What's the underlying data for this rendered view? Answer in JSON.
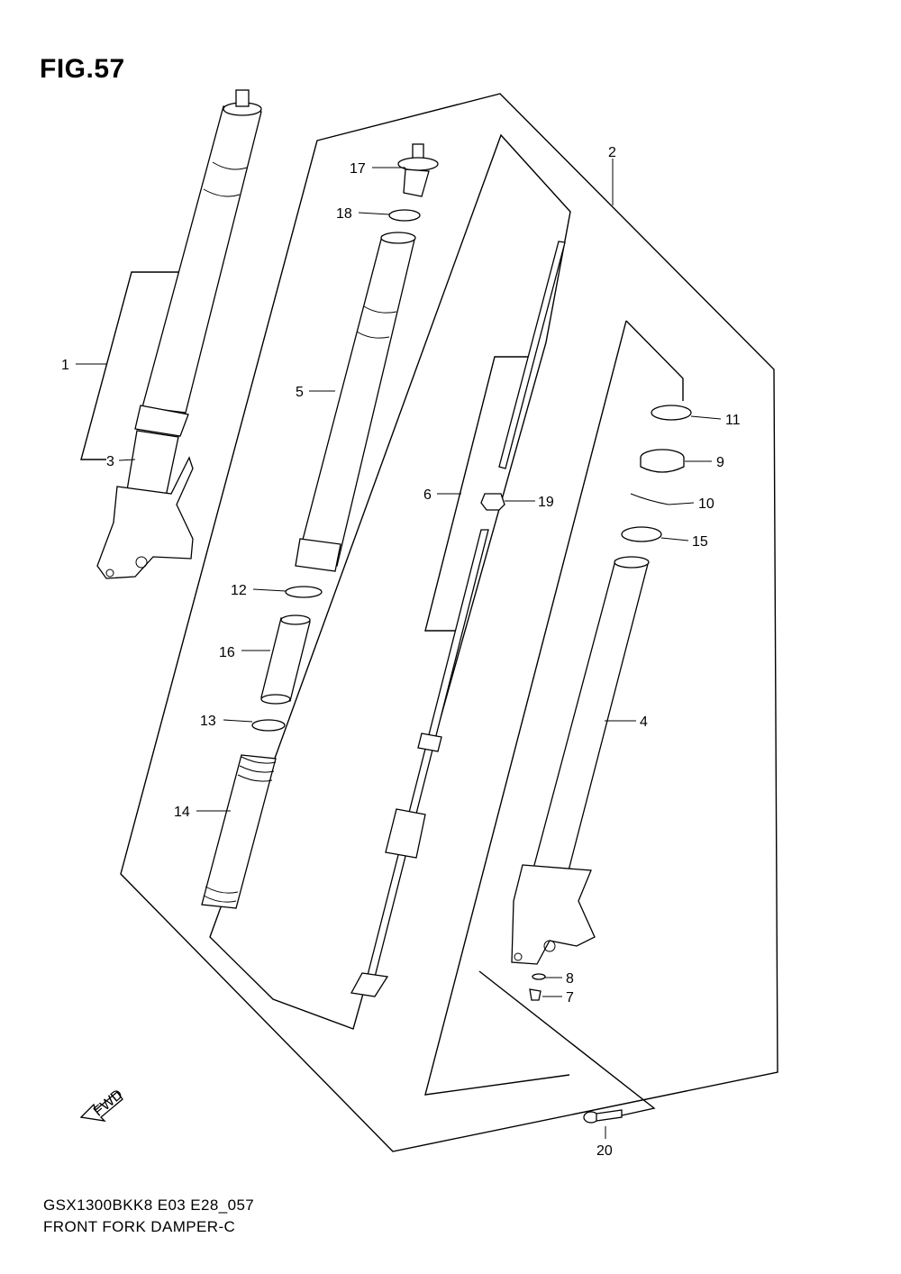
{
  "figure": {
    "title": "FIG.57",
    "model_code": "GSX1300BKK8 E03 E28_057",
    "caption": "FRONT FORK DAMPER-C",
    "fwd_label": "FWD"
  },
  "callouts": [
    {
      "id": "c1",
      "label": "1"
    },
    {
      "id": "c2",
      "label": "2"
    },
    {
      "id": "c3",
      "label": "3"
    },
    {
      "id": "c4",
      "label": "4"
    },
    {
      "id": "c5",
      "label": "5"
    },
    {
      "id": "c6",
      "label": "6"
    },
    {
      "id": "c7",
      "label": "7"
    },
    {
      "id": "c8",
      "label": "8"
    },
    {
      "id": "c9",
      "label": "9"
    },
    {
      "id": "c10",
      "label": "10"
    },
    {
      "id": "c11",
      "label": "11"
    },
    {
      "id": "c12",
      "label": "12"
    },
    {
      "id": "c13",
      "label": "13"
    },
    {
      "id": "c14",
      "label": "14"
    },
    {
      "id": "c15",
      "label": "15"
    },
    {
      "id": "c16",
      "label": "16"
    },
    {
      "id": "c17",
      "label": "17"
    },
    {
      "id": "c18",
      "label": "18"
    },
    {
      "id": "c19",
      "label": "19"
    },
    {
      "id": "c20",
      "label": "20"
    }
  ]
}
